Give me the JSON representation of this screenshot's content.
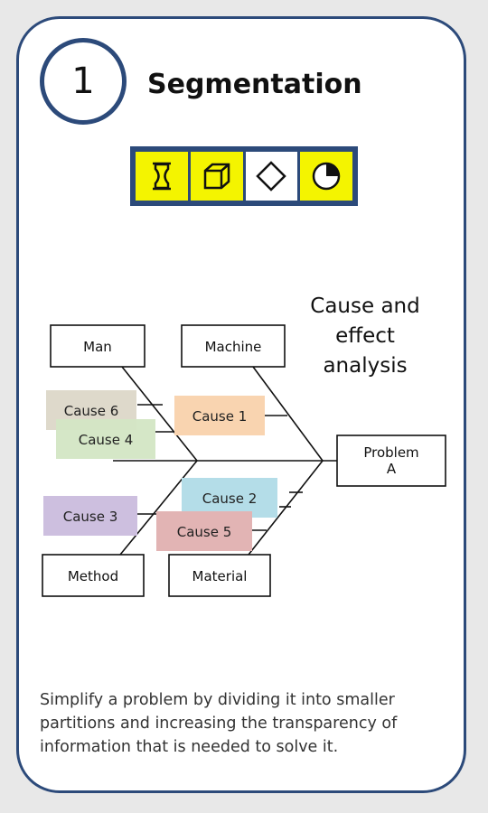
{
  "header": {
    "number": "1",
    "title": "Segmentation"
  },
  "icons": [
    "hourglass-icon",
    "cube-icon",
    "diamond-icon",
    "pie-quarter-icon"
  ],
  "colors": {
    "border": "#2c4a7a",
    "icon_yellow": "#f4f400",
    "cause1": "#f9d4b0",
    "cause2": "#b4dde8",
    "cause3": "#cdbfdf",
    "cause4": "#d3e6c4",
    "cause5": "#e2b4b4",
    "cause6": "#dcd7c8"
  },
  "diagram": {
    "heading": [
      "Cause and",
      "effect",
      "analysis"
    ],
    "categories": {
      "man": "Man",
      "machine": "Machine",
      "method": "Method",
      "material": "Material"
    },
    "problem": [
      "Problem",
      "A"
    ],
    "causes": {
      "c1": "Cause 1",
      "c2": "Cause 2",
      "c3": "Cause 3",
      "c4": "Cause 4",
      "c5": "Cause 5",
      "c6": "Cause 6"
    }
  },
  "caption": "Simplify a problem by dividing it into smaller partitions and increasing the transparency of information that is needed to solve it."
}
